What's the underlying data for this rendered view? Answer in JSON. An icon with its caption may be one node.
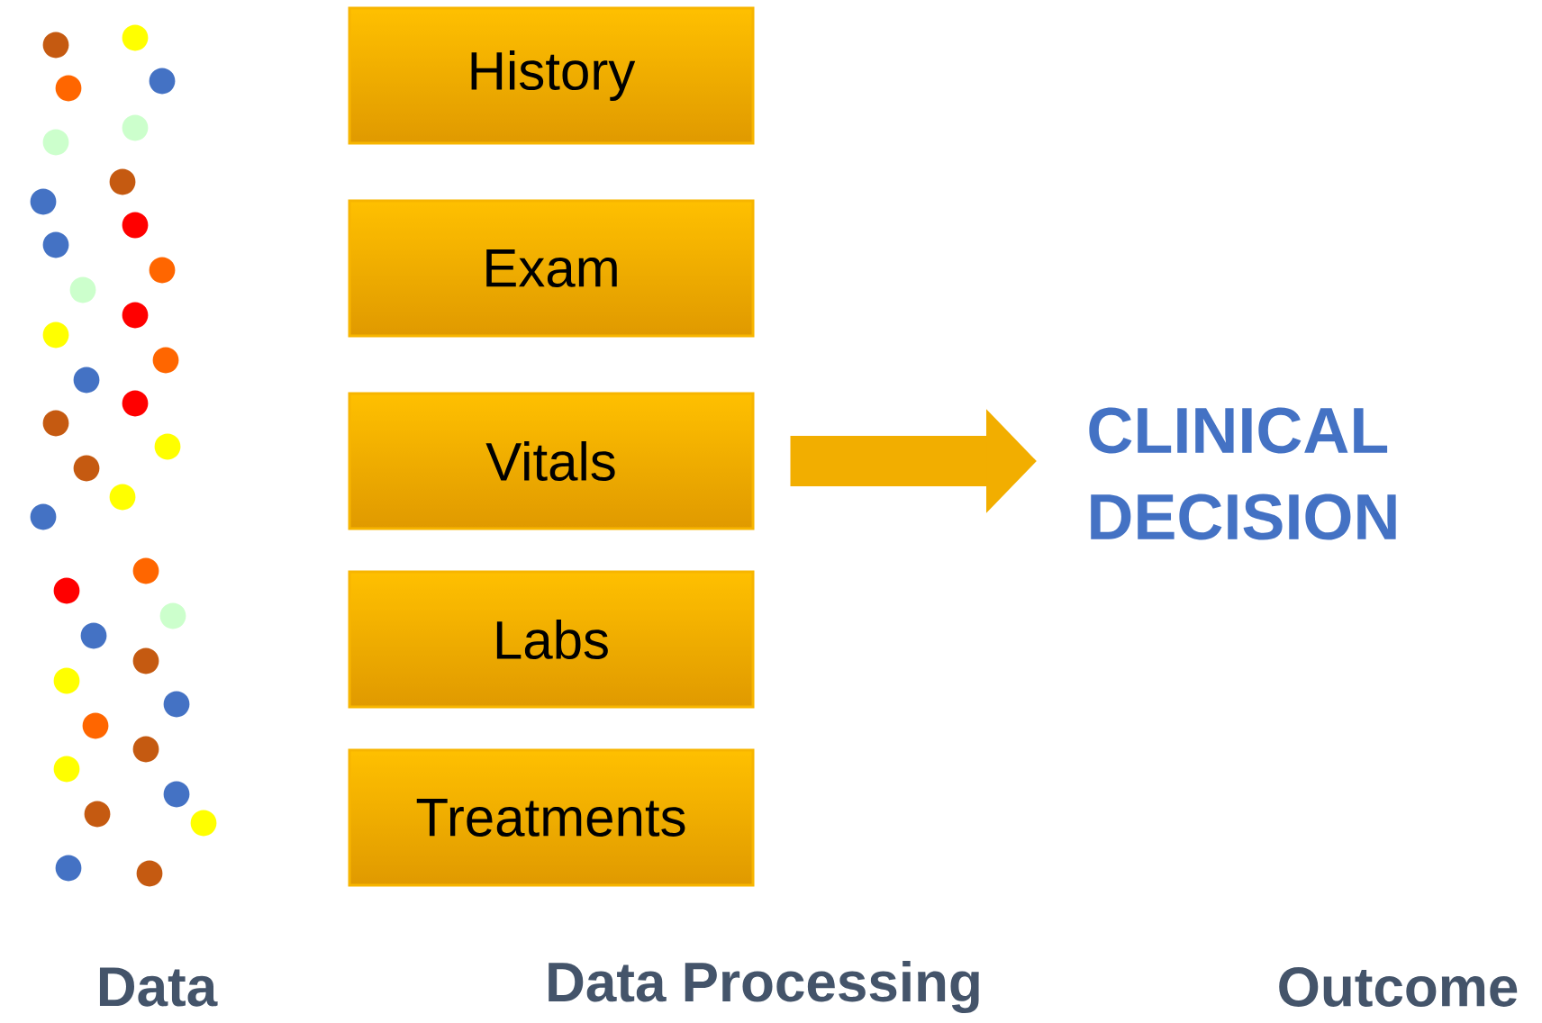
{
  "diagram": {
    "nodes": [
      {
        "text": [
          "History"
        ]
      },
      {
        "text": [
          "Exam"
        ]
      },
      {
        "text": [
          "Vitals"
        ]
      },
      {
        "text": [
          "Labs"
        ]
      },
      {
        "text": [
          "Treatments"
        ]
      },
      {
        "text": [
          "CLINICAL DECISION"
        ]
      }
    ],
    "edges": [
      {
        "from": 2,
        "to": 5,
        "arrow": "to"
      }
    ],
    "labels": [
      "Data",
      "Data Processing",
      "Outcome"
    ]
  }
}
